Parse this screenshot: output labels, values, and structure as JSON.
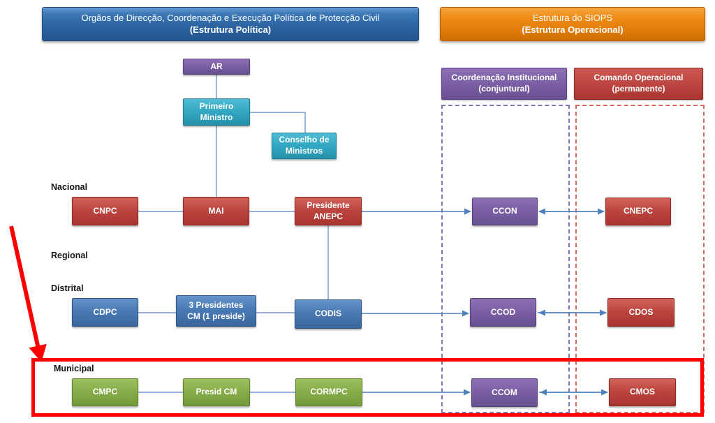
{
  "headers": {
    "political": {
      "line1": "Orgãos de Direcção, Coordenação e Execução Política de Protecção Civil",
      "line2": "(Estrutura Política)"
    },
    "operational": {
      "line1": "Estrutura do SIOPS",
      "line2": "(Estrutura Operacional)"
    }
  },
  "subheaders": {
    "coordination": {
      "line1": "Coordenação Institucional",
      "line2": "(conjuntural)"
    },
    "command": {
      "line1": "Comando Operacional",
      "line2": "(permanente)"
    }
  },
  "row_labels": {
    "nacional": "Nacional",
    "regional": "Regional",
    "distrital": "Distrital",
    "municipal": "Municipal"
  },
  "nodes": {
    "ar": "AR",
    "primeiro_ministro": "Primeiro Ministro",
    "conselho_ministros": "Conselho de Ministros",
    "cnpc": "CNPC",
    "mai": "MAI",
    "presidente_anepc": "Presidente ANEPC",
    "ccon": "CCON",
    "cnepc": "CNEPC",
    "cdpc": "CDPC",
    "tres_presidentes_cm": "3 Presidentes CM (1 preside)",
    "codis": "CODIS",
    "ccod": "CCOD",
    "cdos": "CDOS",
    "cmpc": "CMPC",
    "presid_cm": "Presid CM",
    "cormpc": "CORMPC",
    "ccom": "CCOM",
    "cmos": "CMOS"
  },
  "colors": {
    "political_header_blue": "#2b629f",
    "operational_header_orange": "#e07c08",
    "node_red": "#bd4540",
    "node_blue": "#4a7ab5",
    "node_purple": "#7a5ea4",
    "node_teal": "#31a7c2",
    "node_green": "#86ac48",
    "connector_blue": "#6f9ad1",
    "annotation_red": "#fe0000"
  }
}
